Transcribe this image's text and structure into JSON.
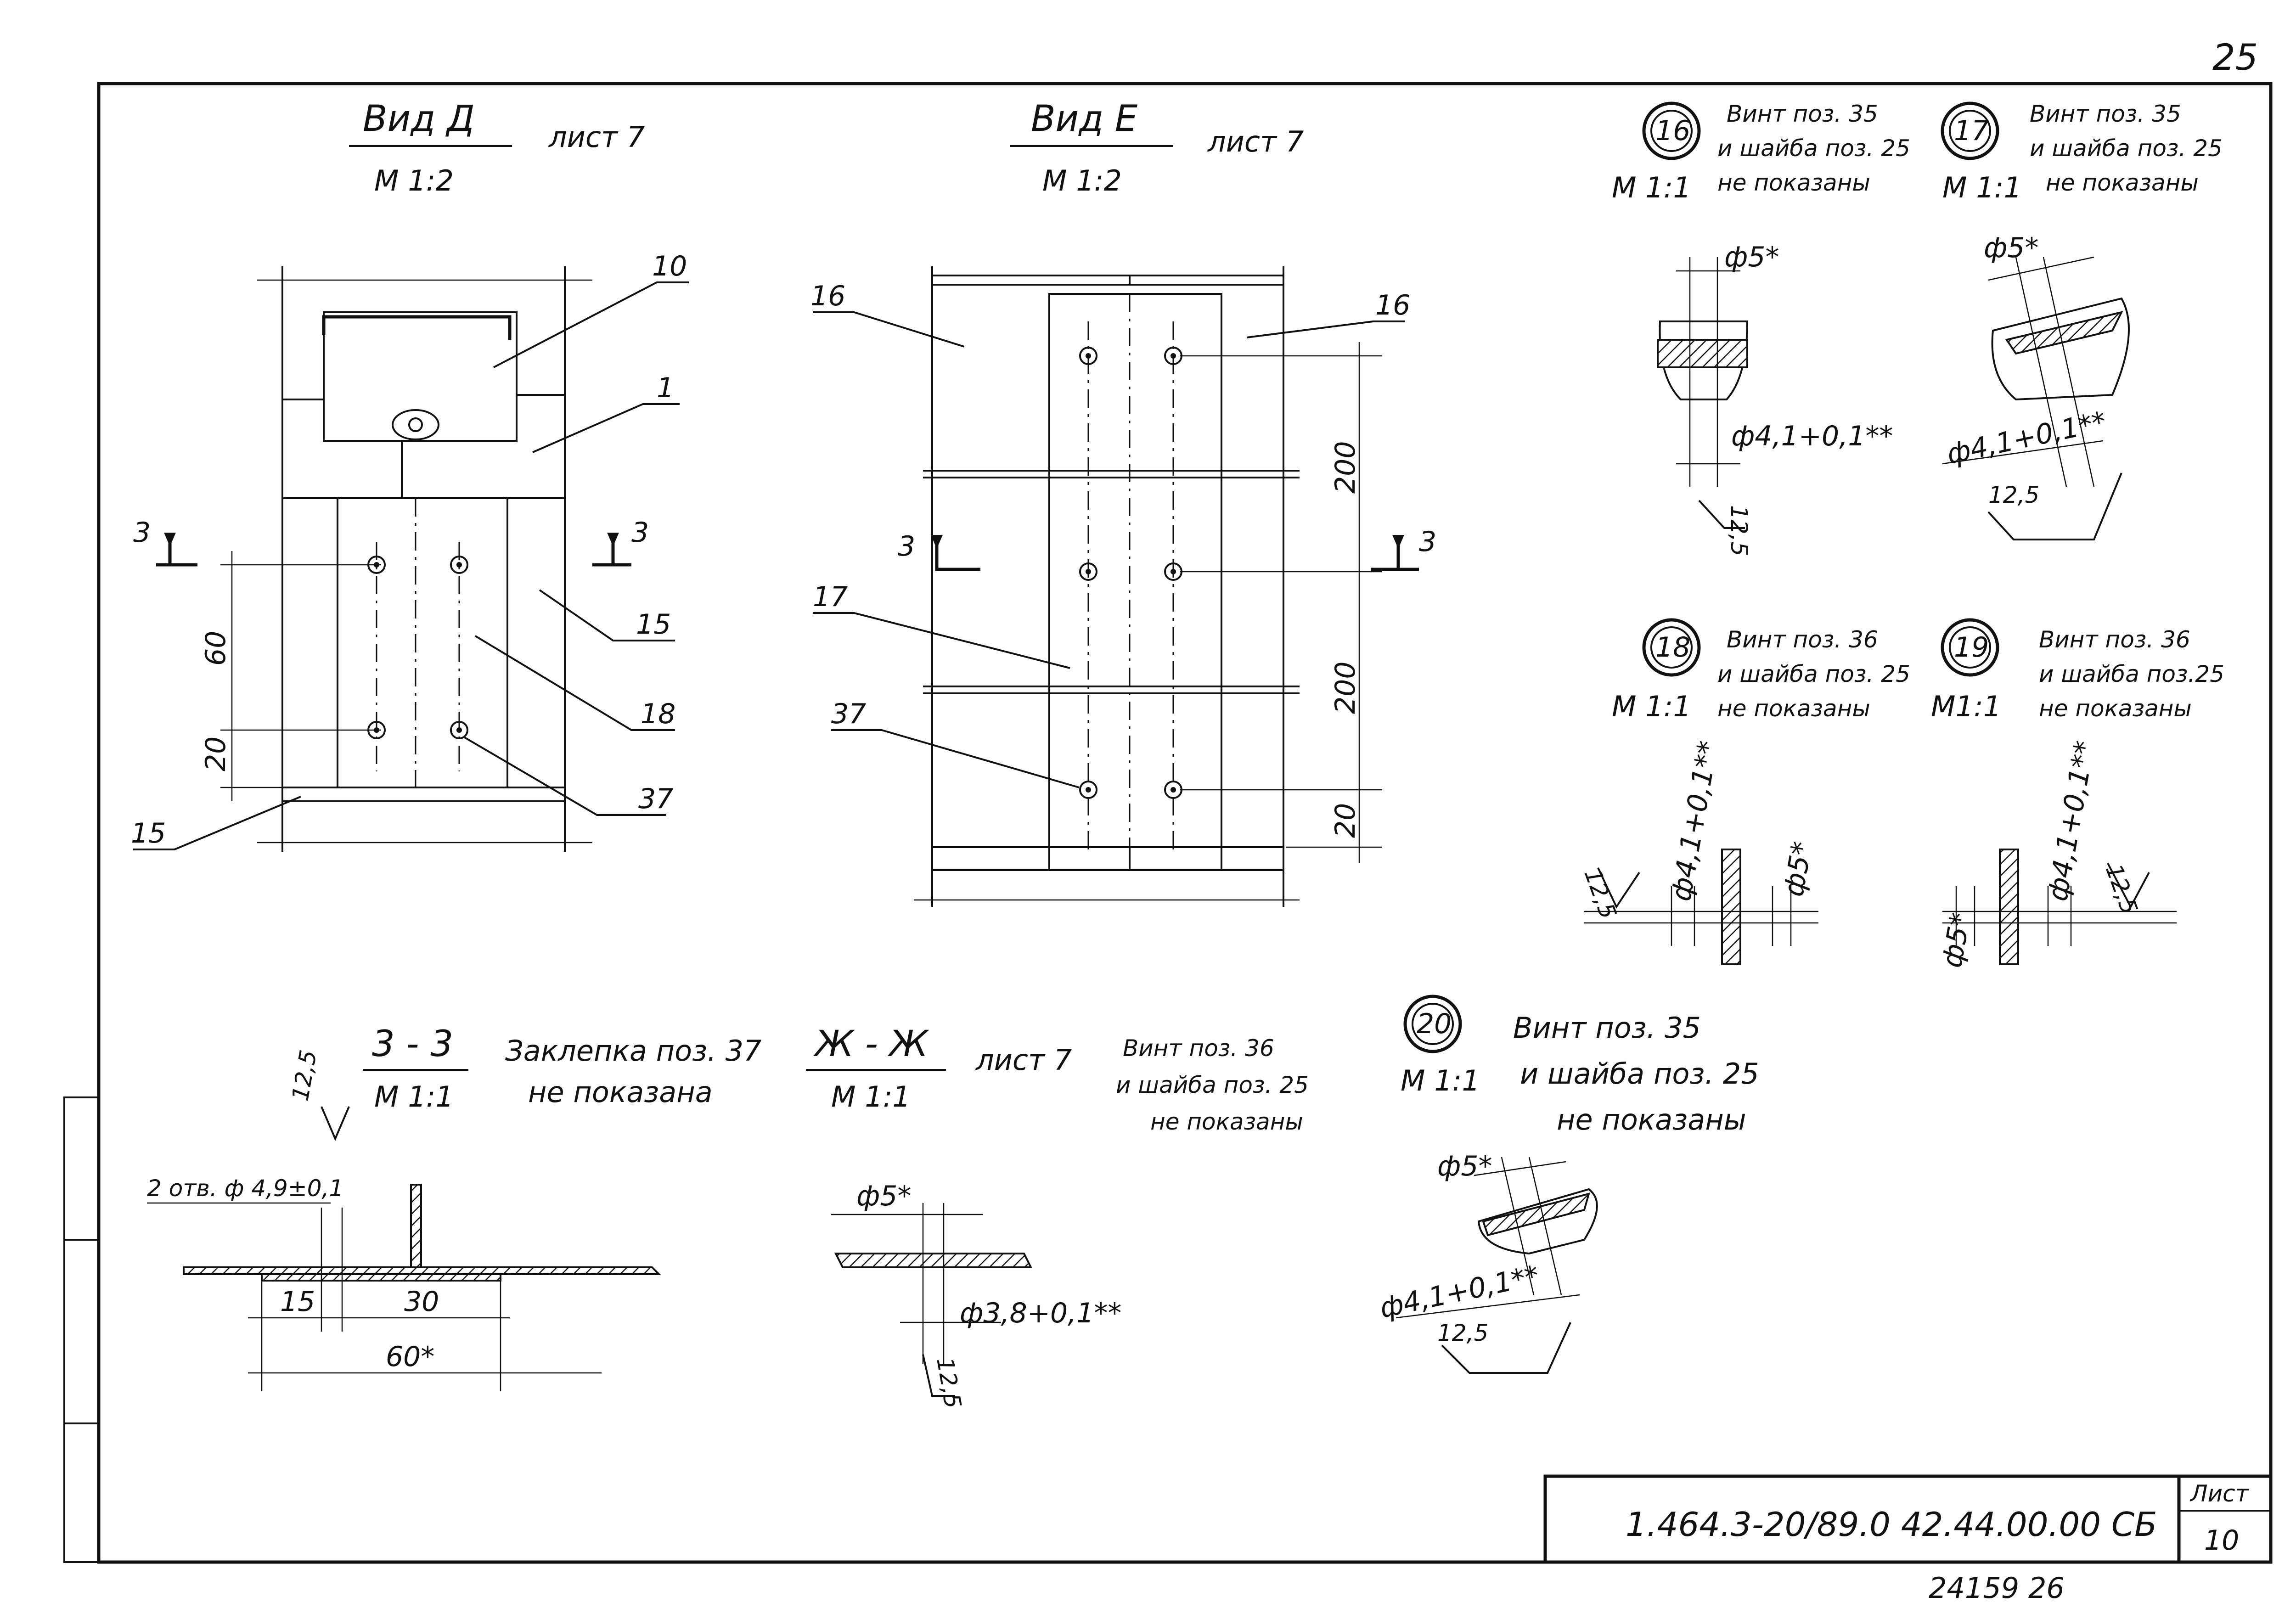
{
  "page_number": "25",
  "archive_number": "24159  26",
  "stamp": {
    "code": "1.464.3-20/89.0   42.44.00.00 СБ",
    "sheet_label": "Лист",
    "sheet_number": "10"
  },
  "view_d": {
    "title": "Вид Д",
    "scale": "М 1:2",
    "sheet_ref": "лист 7",
    "section_mark": "3",
    "leaders": [
      "10",
      "1",
      "15",
      "18",
      "37",
      "15"
    ],
    "dims": [
      "60",
      "20"
    ]
  },
  "view_e": {
    "title": "Вид Е",
    "scale": "М 1:2",
    "sheet_ref": "лист 7",
    "section_mark": "3",
    "leaders": [
      "16",
      "16",
      "17",
      "37"
    ],
    "dims": [
      "200",
      "200",
      "20"
    ]
  },
  "detail_16": {
    "number": "16",
    "scale": "М 1:1",
    "note_1": "Винт поз. 35",
    "note_2": "и шайба поз. 25",
    "note_3": "не показаны",
    "dim_top": "ф5*",
    "dim_bottom": "ф4,1+0,1**",
    "rough": "12,5"
  },
  "detail_17": {
    "number": "17",
    "scale": "М 1:1",
    "note_1": "Винт поз. 35",
    "note_2": "и шайба поз. 25",
    "note_3": "не показаны",
    "dim_top": "ф5*",
    "dim_bottom": "ф4,1+0,1**",
    "rough": "12,5"
  },
  "detail_18": {
    "number": "18",
    "scale": "М 1:1",
    "note_1": "Винт поз. 36",
    "note_2": "и шайба поз. 25",
    "note_3": "не показаны",
    "dim_a": "ф4,1+0,1**",
    "dim_b": "ф5*",
    "rough": "12,5"
  },
  "detail_19": {
    "number": "19",
    "scale": "М1:1",
    "note_1": "Винт поз. 36",
    "note_2": "и шайба поз.25",
    "note_3": "не показаны",
    "dim_a": "ф4,1+0,1**",
    "dim_b": "ф5*",
    "rough": "12,5"
  },
  "detail_20": {
    "number": "20",
    "scale": "М 1:1",
    "note_1": "Винт поз. 35",
    "note_2": "и шайба поз. 25",
    "note_3": "не показаны",
    "dim_top": "ф5*",
    "dim_bottom": "ф4,1+0,1**",
    "rough": "12,5"
  },
  "section_33": {
    "title": "3 - 3",
    "scale": "М 1:1",
    "note_1": "Заклепка поз. 37",
    "note_2": "не показана",
    "holes": "2 отв. ф 4,9±0,1",
    "dims": [
      "15",
      "30",
      "60*"
    ],
    "rough": "12,5"
  },
  "section_zz": {
    "title": "Ж - Ж",
    "scale": "М 1:1",
    "sheet_ref": "лист 7",
    "note_1": "Винт поз. 36",
    "note_2": "и шайба поз. 25",
    "note_3": "не показаны",
    "dim_top": "ф5*",
    "dim_bottom": "ф3,8+0,1**",
    "rough": "12,5"
  }
}
